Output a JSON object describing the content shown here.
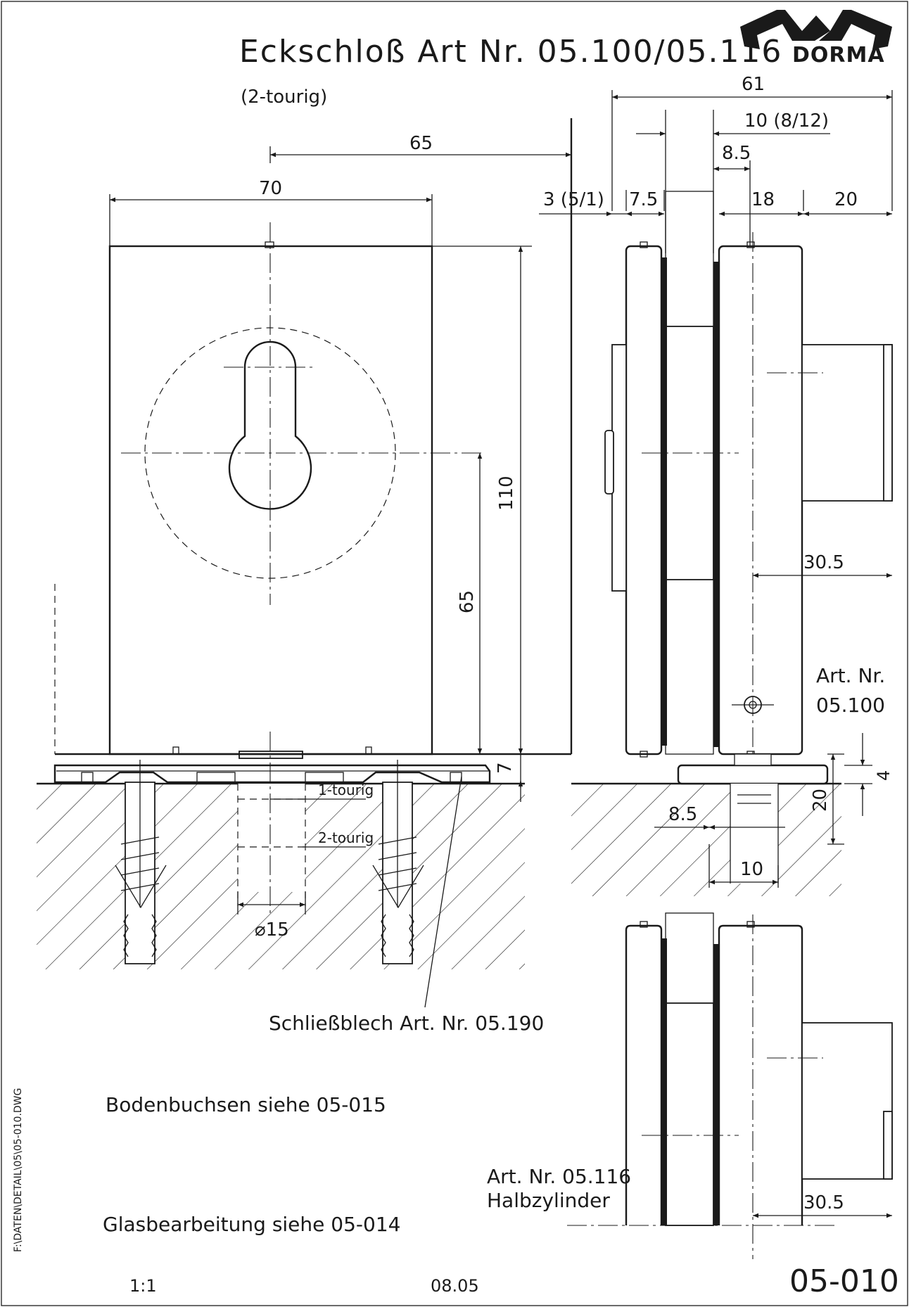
{
  "title": "Eckschloß Art Nr. 05.100/05.116",
  "subtitle": "(2-tourig)",
  "brand": {
    "name": "DORMA",
    "logo_icon": "dorma-crown-logo"
  },
  "dims_front": {
    "d65_top": "65",
    "d70": "70",
    "d110": "110",
    "d65_v": "65",
    "d7": "7",
    "d15": "⌀15"
  },
  "dims_side": {
    "d61": "61",
    "d10": "10 (8/12)",
    "d8_5_top": "8.5",
    "d3": "3 (5/1)",
    "d7_5": "7.5",
    "d18": "18",
    "d20_top": "20",
    "d30_5_a": "30.5",
    "d4": "4",
    "d20_v": "20",
    "d8_5_low": "8.5",
    "d10_low": "10",
    "d30_5_b": "30.5"
  },
  "labels": {
    "tourig1": "1-tourig",
    "tourig2": "2-tourig",
    "strike_plate": "Schließblech Art. Nr. 05.190",
    "art_100_line1": "Art. Nr.",
    "art_100_line2": "05.100",
    "art_116_line1": "Art. Nr. 05.116",
    "art_116_line2": "Halbzylinder",
    "bodenbuchsen": "Bodenbuchsen siehe 05-015",
    "glasbearbeitung": "Glasbearbeitung siehe 05-014"
  },
  "footer": {
    "file_path": "F:\\DATEN\\DETAIL\\05\\05-010.DWG",
    "scale": "1:1",
    "date": "08.05",
    "drawing_number": "05-010"
  }
}
